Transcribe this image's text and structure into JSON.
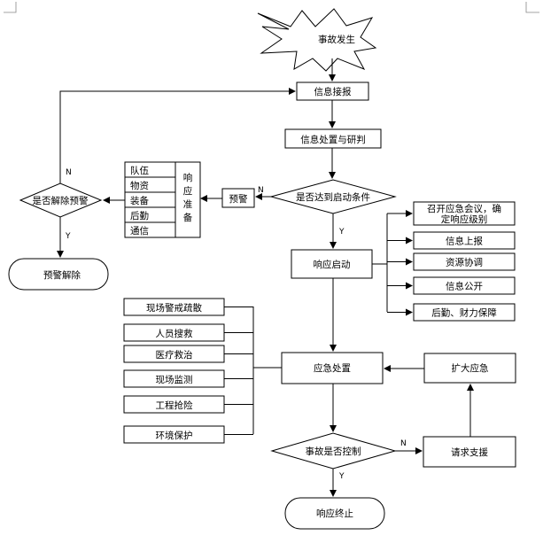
{
  "nodes": {
    "accident_occurs": "事故发生",
    "info_report": "信息接报",
    "info_handling": "信息处置与研判",
    "start_condition": "是否达到启动条件",
    "early_warning": "预警",
    "release_check": "是否解除预警",
    "warning_released": "预警解除",
    "response_start": "响应启动",
    "emergency_handling": "应急处置",
    "expand_response": "扩大应急",
    "controlled_check": "事故是否控制",
    "request_support": "请求支援",
    "response_end": "响应终止"
  },
  "prep_items": [
    "队伍",
    "物资",
    "装备",
    "后勤",
    "通信"
  ],
  "prep_title": [
    "响",
    "应",
    "准",
    "备"
  ],
  "start_actions": [
    [
      "召开应急会议，确",
      "定响应级别"
    ],
    [
      "信息上报"
    ],
    [
      "资源协调"
    ],
    [
      "信息公开"
    ],
    [
      "后勤、财力保障"
    ]
  ],
  "field_actions": [
    "现场警戒疏散",
    "人员搜救",
    "医疗救治",
    "现场监测",
    "工程抢险",
    "环境保护"
  ],
  "edge_labels": {
    "start_no": "N",
    "start_yes": "Y",
    "release_no": "N",
    "release_yes": "Y",
    "control_no": "N",
    "control_yes": "Y"
  }
}
